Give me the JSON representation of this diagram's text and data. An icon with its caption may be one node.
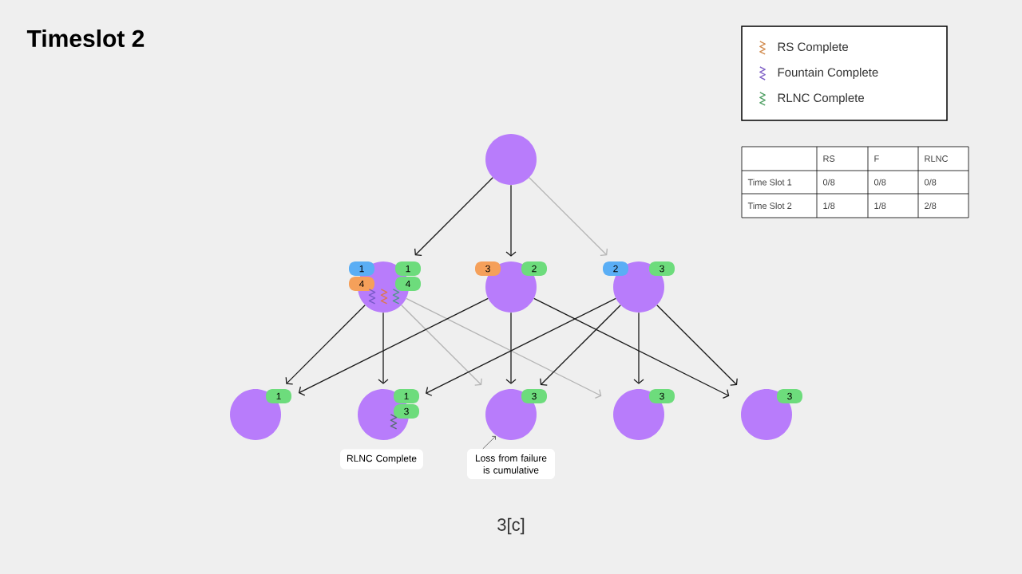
{
  "diagram": {
    "title": "Timeslot 2",
    "caption": "3[c]",
    "nodes": [
      {
        "text": [],
        "shape": "circle"
      },
      {
        "text": [
          "1",
          "1",
          "4",
          "4"
        ]
      },
      {
        "text": [
          "3",
          "2"
        ]
      },
      {
        "text": [
          "2",
          "3"
        ]
      },
      {
        "text": [
          "1"
        ]
      },
      {
        "text": [
          "1",
          "3"
        ]
      },
      {
        "text": [
          "3"
        ]
      },
      {
        "text": [
          "3"
        ]
      },
      {
        "text": [
          "3"
        ]
      },
      {
        "text": [
          "RLNC Complete"
        ]
      },
      {
        "text": [
          "Loss from failure is cumulative"
        ]
      }
    ],
    "edges": [
      {
        "from": 0,
        "to": 1,
        "arrow": "to"
      },
      {
        "from": 0,
        "to": 2,
        "arrow": "to"
      },
      {
        "from": 0,
        "to": 3,
        "arrow": "to",
        "color": "#b4b4b4"
      },
      {
        "from": 1,
        "to": 4,
        "arrow": "to"
      },
      {
        "from": 1,
        "to": 5,
        "arrow": "to"
      },
      {
        "from": 1,
        "to": 6,
        "arrow": "to",
        "color": "#b4b4b4"
      },
      {
        "from": 1,
        "to": 7,
        "arrow": "to",
        "color": "#b4b4b4"
      },
      {
        "from": 2,
        "to": 4,
        "arrow": "to"
      },
      {
        "from": 2,
        "to": 6,
        "arrow": "to"
      },
      {
        "from": 2,
        "to": 8,
        "arrow": "to"
      },
      {
        "from": 3,
        "to": 5,
        "arrow": "to"
      },
      {
        "from": 3,
        "to": 6,
        "arrow": "to"
      },
      {
        "from": 3,
        "to": 7,
        "arrow": "to"
      },
      {
        "from": 3,
        "to": 8,
        "arrow": "to"
      },
      {
        "from": 10,
        "to": 6,
        "arrow": "to"
      }
    ],
    "labels": [
      "RS",
      "F",
      "RLNC",
      "Time Slot 1",
      "0/8",
      "0/8",
      "0/8",
      "Time Slot 2",
      "1/8",
      "1/8",
      "2/8"
    ],
    "legend": [
      {
        "text": "RS Complete"
      },
      {
        "text": "Fountain Complete"
      },
      {
        "text": "RLNC Complete"
      }
    ]
  }
}
